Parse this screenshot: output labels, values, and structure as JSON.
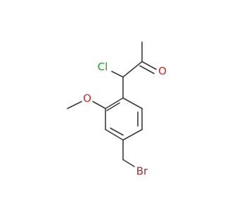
{
  "molecule": {
    "atoms": {
      "cl": {
        "label": "Cl",
        "color": "#1fa01f"
      },
      "o_carbonyl": {
        "label": "O",
        "color": "#e02020"
      },
      "o_methoxy": {
        "label": "O",
        "color": "#e02020"
      },
      "br": {
        "label": "Br",
        "color": "#a52a2a"
      }
    },
    "bond_color": "#3a3a3a"
  }
}
